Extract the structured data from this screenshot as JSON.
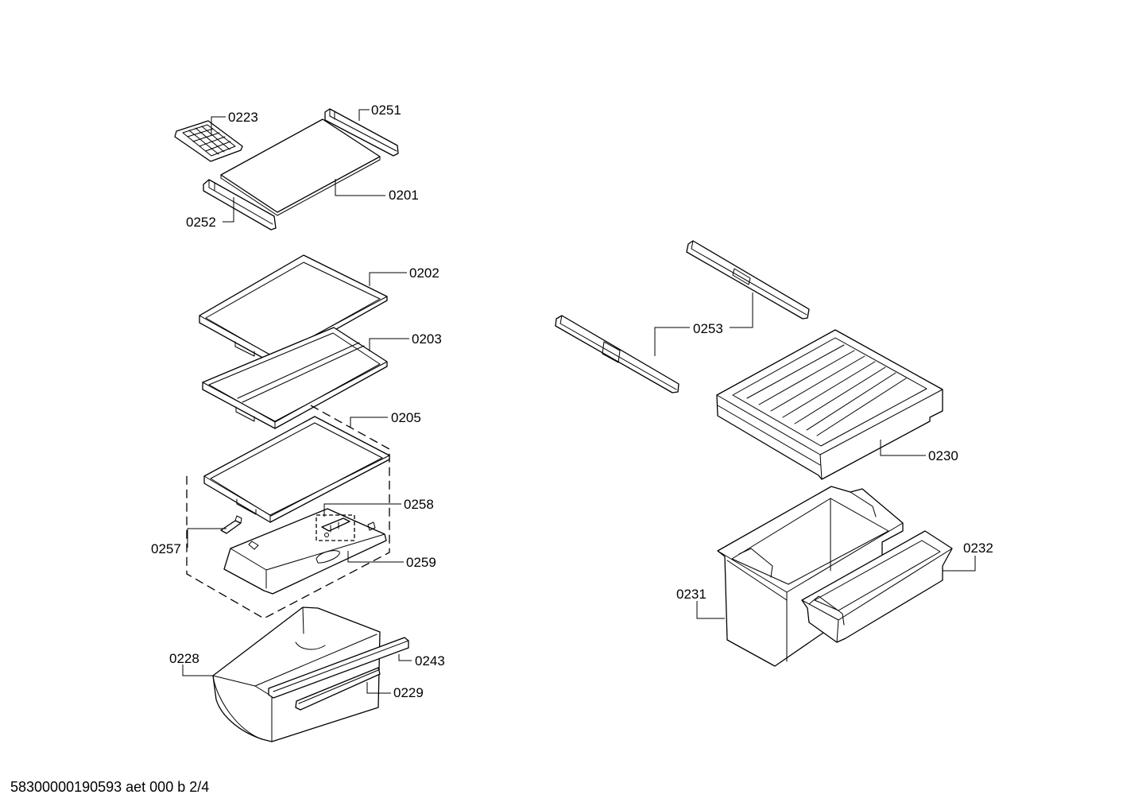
{
  "parts": {
    "p0223": "0223",
    "p0251": "0251",
    "p0201": "0201",
    "p0252": "0252",
    "p0202": "0202",
    "p0203": "0203",
    "p0205": "0205",
    "p0258": "0258",
    "p0257": "0257",
    "p0259": "0259",
    "p0228": "0228",
    "p0243": "0243",
    "p0229": "0229",
    "p0253": "0253",
    "p0230": "0230",
    "p0231": "0231",
    "p0232": "0232"
  },
  "footer": {
    "doc_id": "58300000190593 aet 000 b 2/4"
  }
}
